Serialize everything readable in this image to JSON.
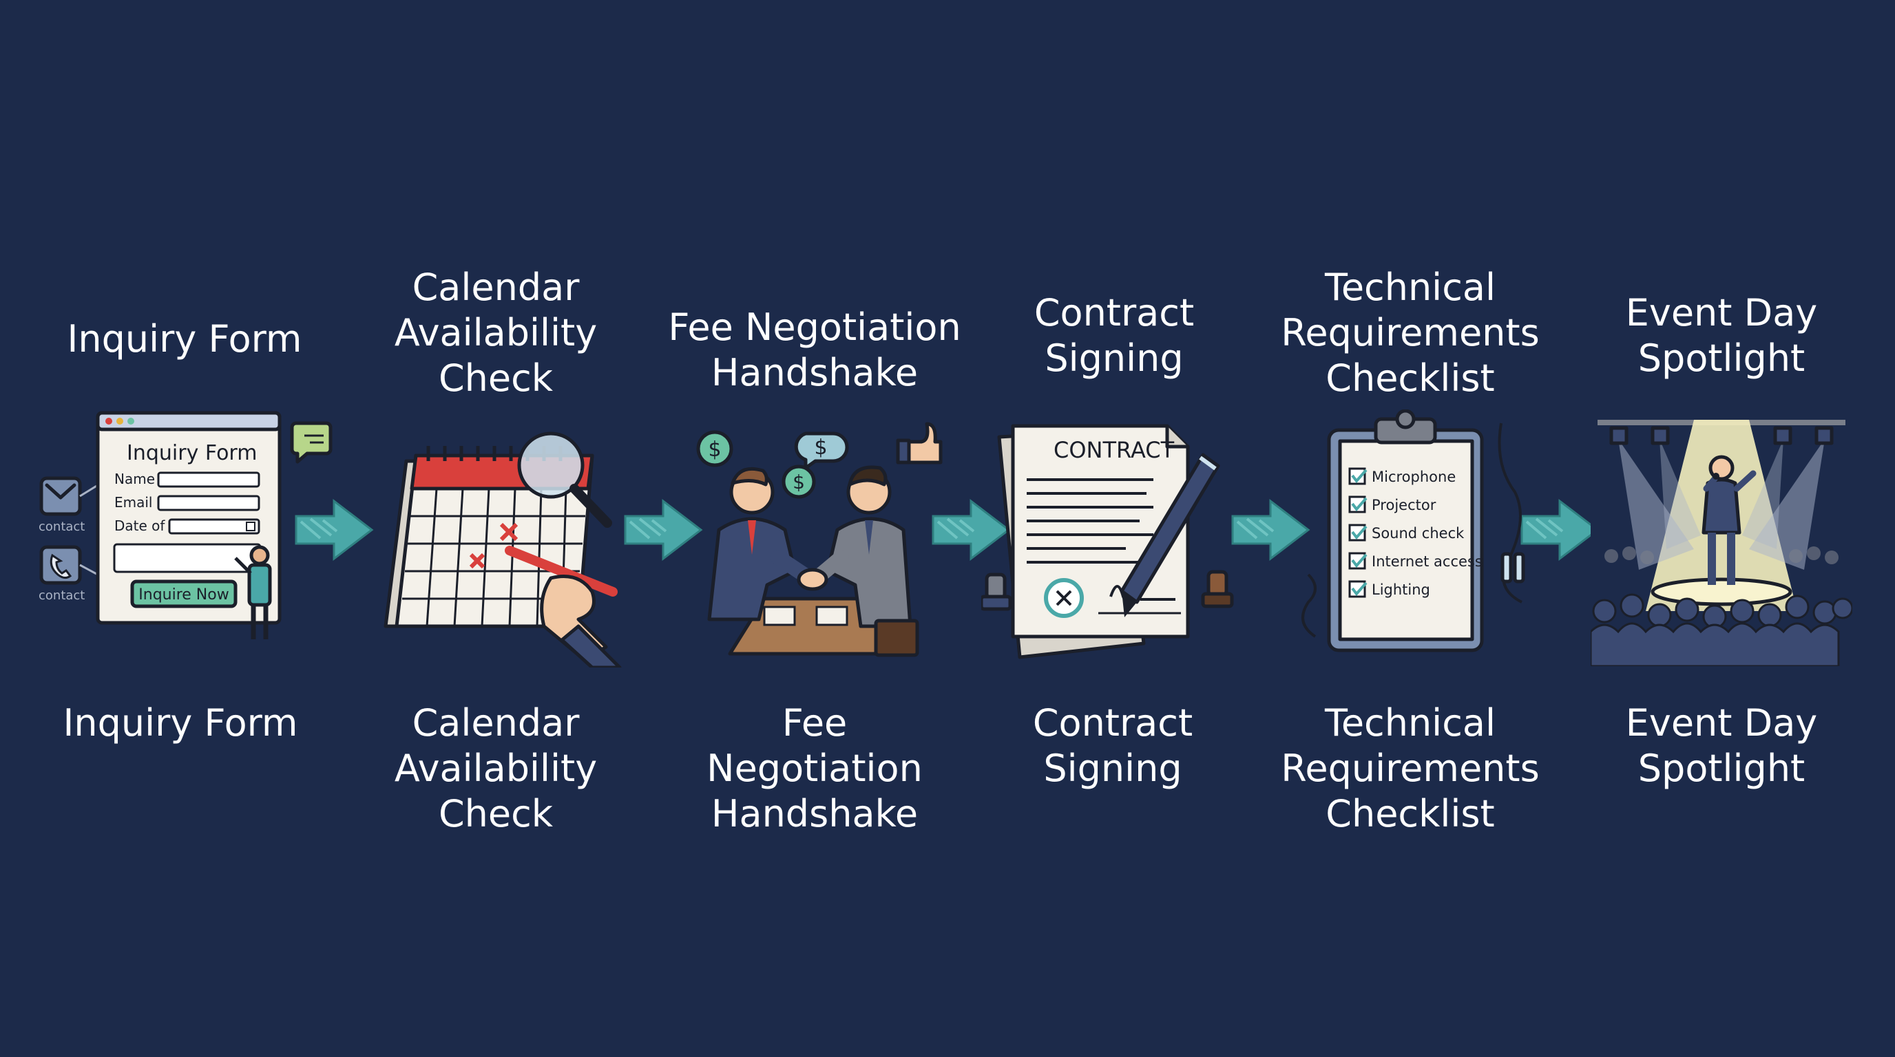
{
  "colors": {
    "background": "#1c2a4a",
    "arrow": "#4aa8a8",
    "button": "#6cc3a3",
    "accent_red": "#d9403c",
    "paper": "#f4f1ea"
  },
  "steps": [
    {
      "top_title": [
        "Inquiry Form"
      ],
      "bottom_title": [
        "Inquiry Form"
      ],
      "icon": "inquiry-form-icon",
      "form": {
        "heading": "Inquiry Form",
        "name_label": "Name",
        "email_label": "Email",
        "date_label": "Date of",
        "button_label": "Inquire Now",
        "contact_email_label": "contact",
        "contact_phone_label": "contact"
      }
    },
    {
      "top_title": [
        "Calendar",
        "Availability",
        "Check"
      ],
      "bottom_title": [
        "Calendar",
        "Availability",
        "Check"
      ],
      "icon": "calendar-icon"
    },
    {
      "top_title": [
        "Fee Negotiation",
        "Handshake"
      ],
      "bottom_title": [
        "Fee",
        "Negotiation",
        "Handshake"
      ],
      "icon": "handshake-icon",
      "dollar_sign": "$"
    },
    {
      "top_title": [
        "Contract",
        "Signing"
      ],
      "bottom_title": [
        "Contract",
        "Signing"
      ],
      "icon": "contract-icon",
      "contract_heading": "CONTRACT"
    },
    {
      "top_title": [
        "Technical",
        "Requirements",
        "Checklist"
      ],
      "bottom_title": [
        "Technical",
        "Requirements",
        "Checklist"
      ],
      "icon": "clipboard-icon",
      "checklist": [
        "Microphone",
        "Projector",
        "Sound check",
        "Internet access",
        "Lighting"
      ]
    },
    {
      "top_title": [
        "Event Day",
        "Spotlight"
      ],
      "bottom_title": [
        "Event Day",
        "Spotlight"
      ],
      "icon": "spotlight-stage-icon"
    }
  ]
}
